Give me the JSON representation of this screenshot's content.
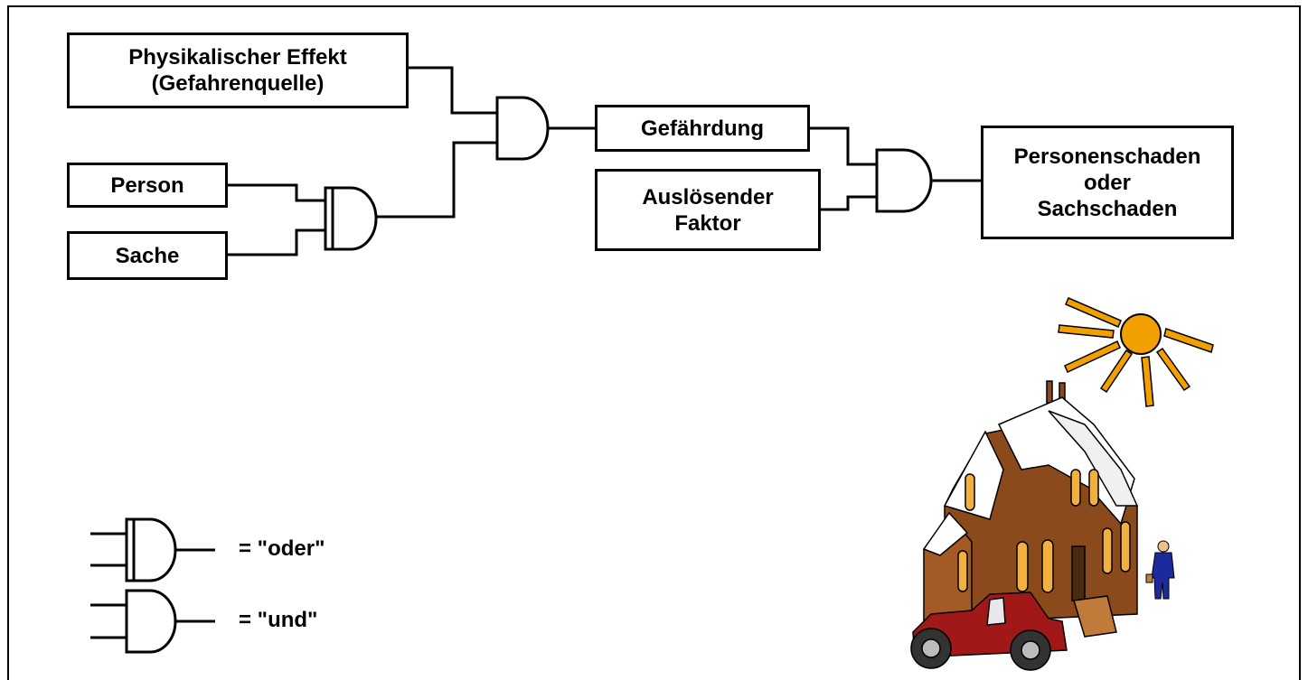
{
  "diagram": {
    "nodes": {
      "physical_effect": "Physikalischer Effekt\n(Gefahrenquelle)",
      "person": "Person",
      "thing": "Sache",
      "hazard": "Gefährdung",
      "trigger": "Auslösender\nFaktor",
      "damage": "Personenschaden\noder\nSachschaden"
    },
    "legend": {
      "or_label": "= \"oder\"",
      "and_label": "= \"und\""
    }
  },
  "colors": {
    "line": "#000000",
    "sun": "#f2a000",
    "house_brick": "#8a4a1c",
    "roof_snow": "#ffffff",
    "car_body": "#a01818",
    "person_suit": "#1d2a9c"
  }
}
